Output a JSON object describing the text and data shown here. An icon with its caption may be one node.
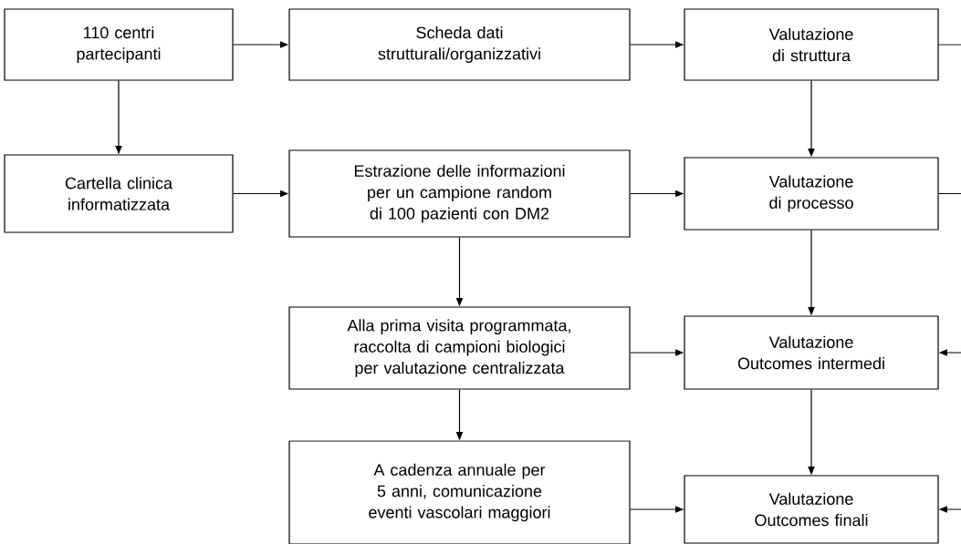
{
  "diagram": {
    "nodes": [
      {
        "text": [
          "110 centri partecipanti"
        ]
      },
      {
        "text": [
          "Scheda dati strutturali/organizzativi"
        ]
      },
      {
        "text": [
          "Valutazione di struttura"
        ]
      },
      {
        "text": [
          "Cartella clinica informatizzata"
        ]
      },
      {
        "text": [
          "Estrazione delle informazioni per un campione random di 100 pazienti con DM2"
        ]
      },
      {
        "text": [
          "Valutazione di processo"
        ]
      },
      {
        "text": [
          "Alla prima visita programmata, raccolta di campioni biologici per valutazione centralizzata"
        ]
      },
      {
        "text": [
          "Valutazione Outcomes intermedi"
        ]
      },
      {
        "text": [
          "A cadenza annuale per 5 anni, comunicazione eventi vascolari maggiori"
        ]
      },
      {
        "text": [
          "Valutazione Outcomes finali"
        ]
      }
    ],
    "edges": [
      {
        "from": 0,
        "to": 1,
        "arrow": "to"
      },
      {
        "from": 1,
        "to": 2,
        "arrow": "to"
      },
      {
        "from": 0,
        "to": 3,
        "arrow": "to"
      },
      {
        "from": 3,
        "to": 4,
        "arrow": "to"
      },
      {
        "from": 4,
        "to": 5,
        "arrow": "to"
      },
      {
        "from": 2,
        "to": 5,
        "arrow": "to"
      },
      {
        "from": 4,
        "to": 6,
        "arrow": "to"
      },
      {
        "from": 6,
        "to": 7,
        "arrow": "to"
      },
      {
        "from": 5,
        "to": 7,
        "arrow": "to"
      },
      {
        "from": 6,
        "to": 8,
        "arrow": "to"
      },
      {
        "from": 8,
        "to": 9,
        "arrow": "to"
      },
      {
        "from": 7,
        "to": 9,
        "arrow": "to"
      },
      {
        "from": 2,
        "to": null,
        "arrow": "none"
      },
      {
        "from": 5,
        "to": null,
        "arrow": "none"
      },
      {
        "from": null,
        "to": 7,
        "arrow": "to"
      },
      {
        "from": null,
        "to": 9,
        "arrow": "to"
      }
    ]
  }
}
